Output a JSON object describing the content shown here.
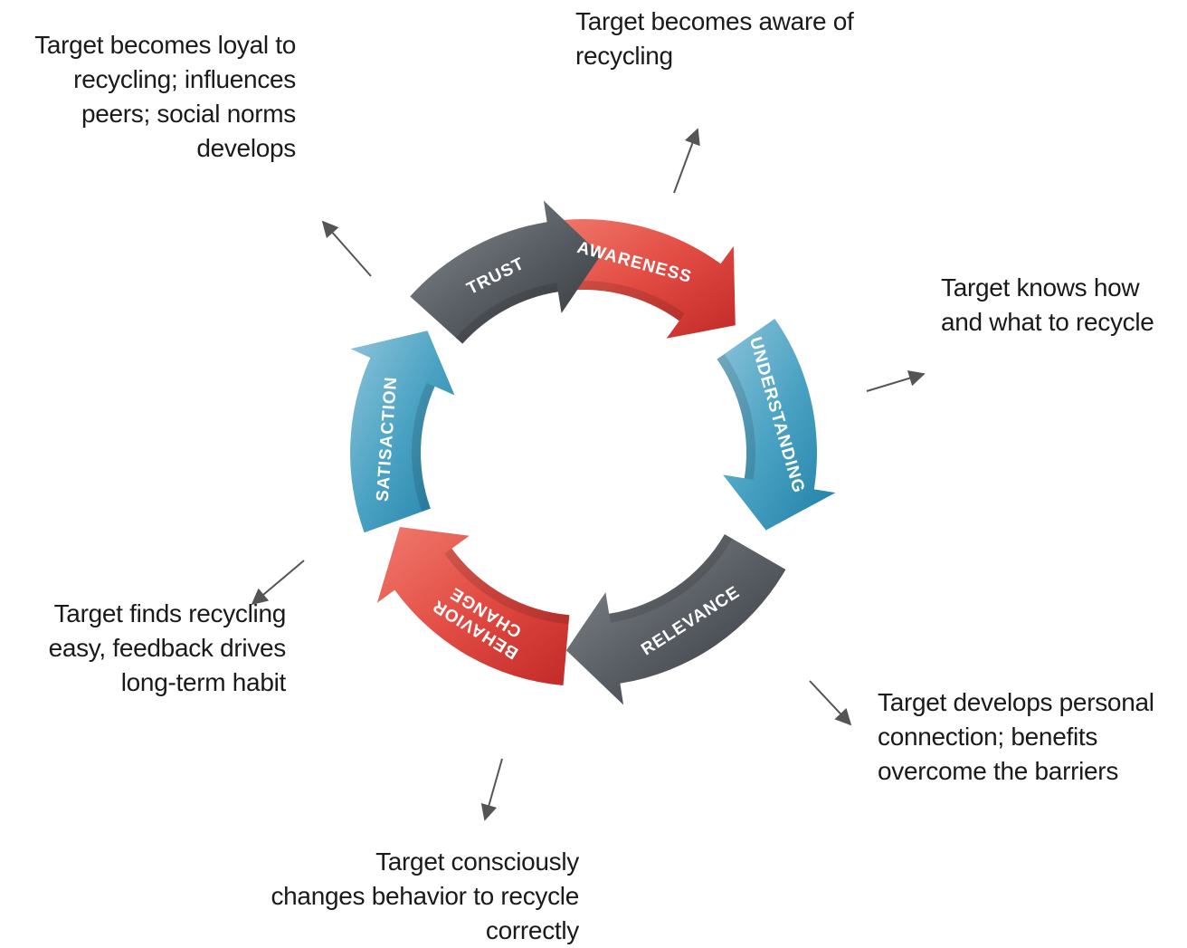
{
  "stages": [
    {
      "id": "awareness",
      "label": "AWARENESS",
      "color": "#e0473f",
      "caption": [
        "Target becomes aware of",
        "recycling"
      ]
    },
    {
      "id": "understanding",
      "label": "UNDERSTANDING",
      "color": "#3b97ba",
      "caption": [
        "Target knows how",
        "and what to recycle"
      ]
    },
    {
      "id": "relevance",
      "label": "RELEVANCE",
      "color": "#53585e",
      "caption": [
        "Target develops personal",
        "connection; benefits",
        "overcome the barriers"
      ]
    },
    {
      "id": "behavior-change",
      "label_lines": [
        "BEHAVIOR",
        "CHANGE"
      ],
      "color": "#e0473f",
      "caption": [
        "Target consciously",
        "changes behavior to recycle",
        "correctly"
      ]
    },
    {
      "id": "satisfaction",
      "label": "SATISACTION",
      "color": "#3b97ba",
      "caption": [
        "Target finds recycling",
        "easy, feedback drives",
        "long-term habit"
      ]
    },
    {
      "id": "trust",
      "label": "TRUST",
      "color": "#53585e",
      "caption": [
        "Target becomes loyal to",
        "recycling; influences",
        "peers; social norms",
        "develops"
      ]
    }
  ],
  "colors": {
    "red": "#e0473f",
    "blue": "#3b97ba",
    "gray": "#53585e",
    "pointer": "#555555",
    "text": "#1a1a1a"
  }
}
